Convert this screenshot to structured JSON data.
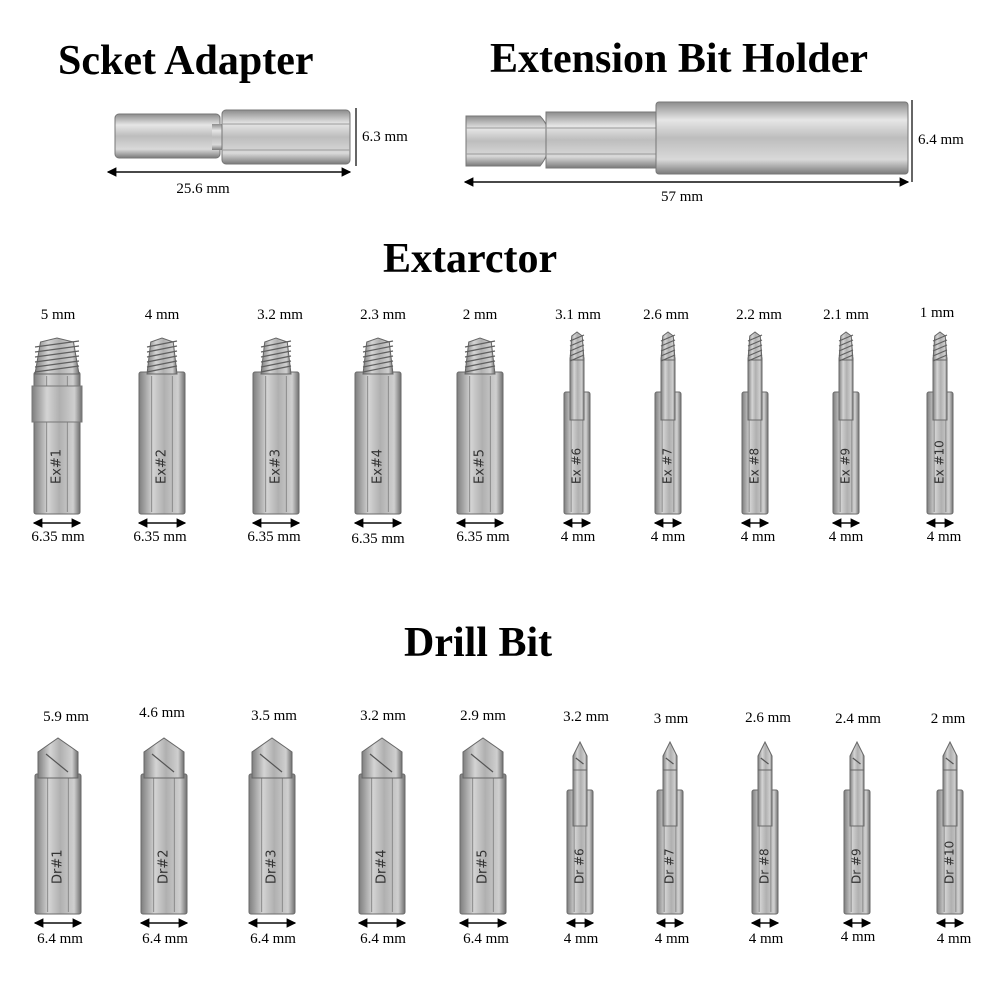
{
  "titles": {
    "socket_adapter": "Scket Adapter",
    "extension_holder": "Extension Bit Holder",
    "extractor": "Extarctor",
    "drill_bit": "Drill Bit"
  },
  "socket_adapter": {
    "length": "25.6 mm",
    "width": "6.3 mm"
  },
  "extension_holder": {
    "length": "57 mm",
    "width": "6.4 mm"
  },
  "extractors": [
    {
      "label": "Ex#1",
      "tip": "5 mm",
      "shank": "6.35 mm"
    },
    {
      "label": "Ex#2",
      "tip": "4 mm",
      "shank": "6.35 mm"
    },
    {
      "label": "Ex#3",
      "tip": "3.2 mm",
      "shank": "6.35 mm"
    },
    {
      "label": "Ex#4",
      "tip": "2.3 mm",
      "shank": "6.35 mm"
    },
    {
      "label": "Ex#5",
      "tip": "2 mm",
      "shank": "6.35 mm"
    },
    {
      "label": "Ex #6",
      "tip": "3.1 mm",
      "shank": "4 mm"
    },
    {
      "label": "Ex #7",
      "tip": "2.6 mm",
      "shank": "4 mm"
    },
    {
      "label": "Ex #8",
      "tip": "2.2 mm",
      "shank": "4 mm"
    },
    {
      "label": "Ex #9",
      "tip": "2.1 mm",
      "shank": "4 mm"
    },
    {
      "label": "Ex #10",
      "tip": "1 mm",
      "shank": "4 mm"
    }
  ],
  "drills": [
    {
      "label": "Dr#1",
      "tip": "5.9 mm",
      "shank": "6.4 mm"
    },
    {
      "label": "Dr#2",
      "tip": "4.6 mm",
      "shank": "6.4 mm"
    },
    {
      "label": "Dr#3",
      "tip": "3.5 mm",
      "shank": "6.4 mm"
    },
    {
      "label": "Dr#4",
      "tip": "3.2 mm",
      "shank": "6.4 mm"
    },
    {
      "label": "Dr#5",
      "tip": "2.9 mm",
      "shank": "6.4 mm"
    },
    {
      "label": "Dr #6",
      "tip": "3.2 mm",
      "shank": "4 mm"
    },
    {
      "label": "Dr #7",
      "tip": "3 mm",
      "shank": "4 mm"
    },
    {
      "label": "Dr #8",
      "tip": "2.6 mm",
      "shank": "4 mm"
    },
    {
      "label": "Dr #9",
      "tip": "2.4 mm",
      "shank": "4 mm"
    },
    {
      "label": "Dr #10",
      "tip": "2 mm",
      "shank": "4 mm"
    }
  ],
  "colors": {
    "steel_light": "#d8d8d8",
    "steel_mid": "#a9a9a9",
    "steel_dark": "#6e6e6e",
    "line": "#000000"
  }
}
